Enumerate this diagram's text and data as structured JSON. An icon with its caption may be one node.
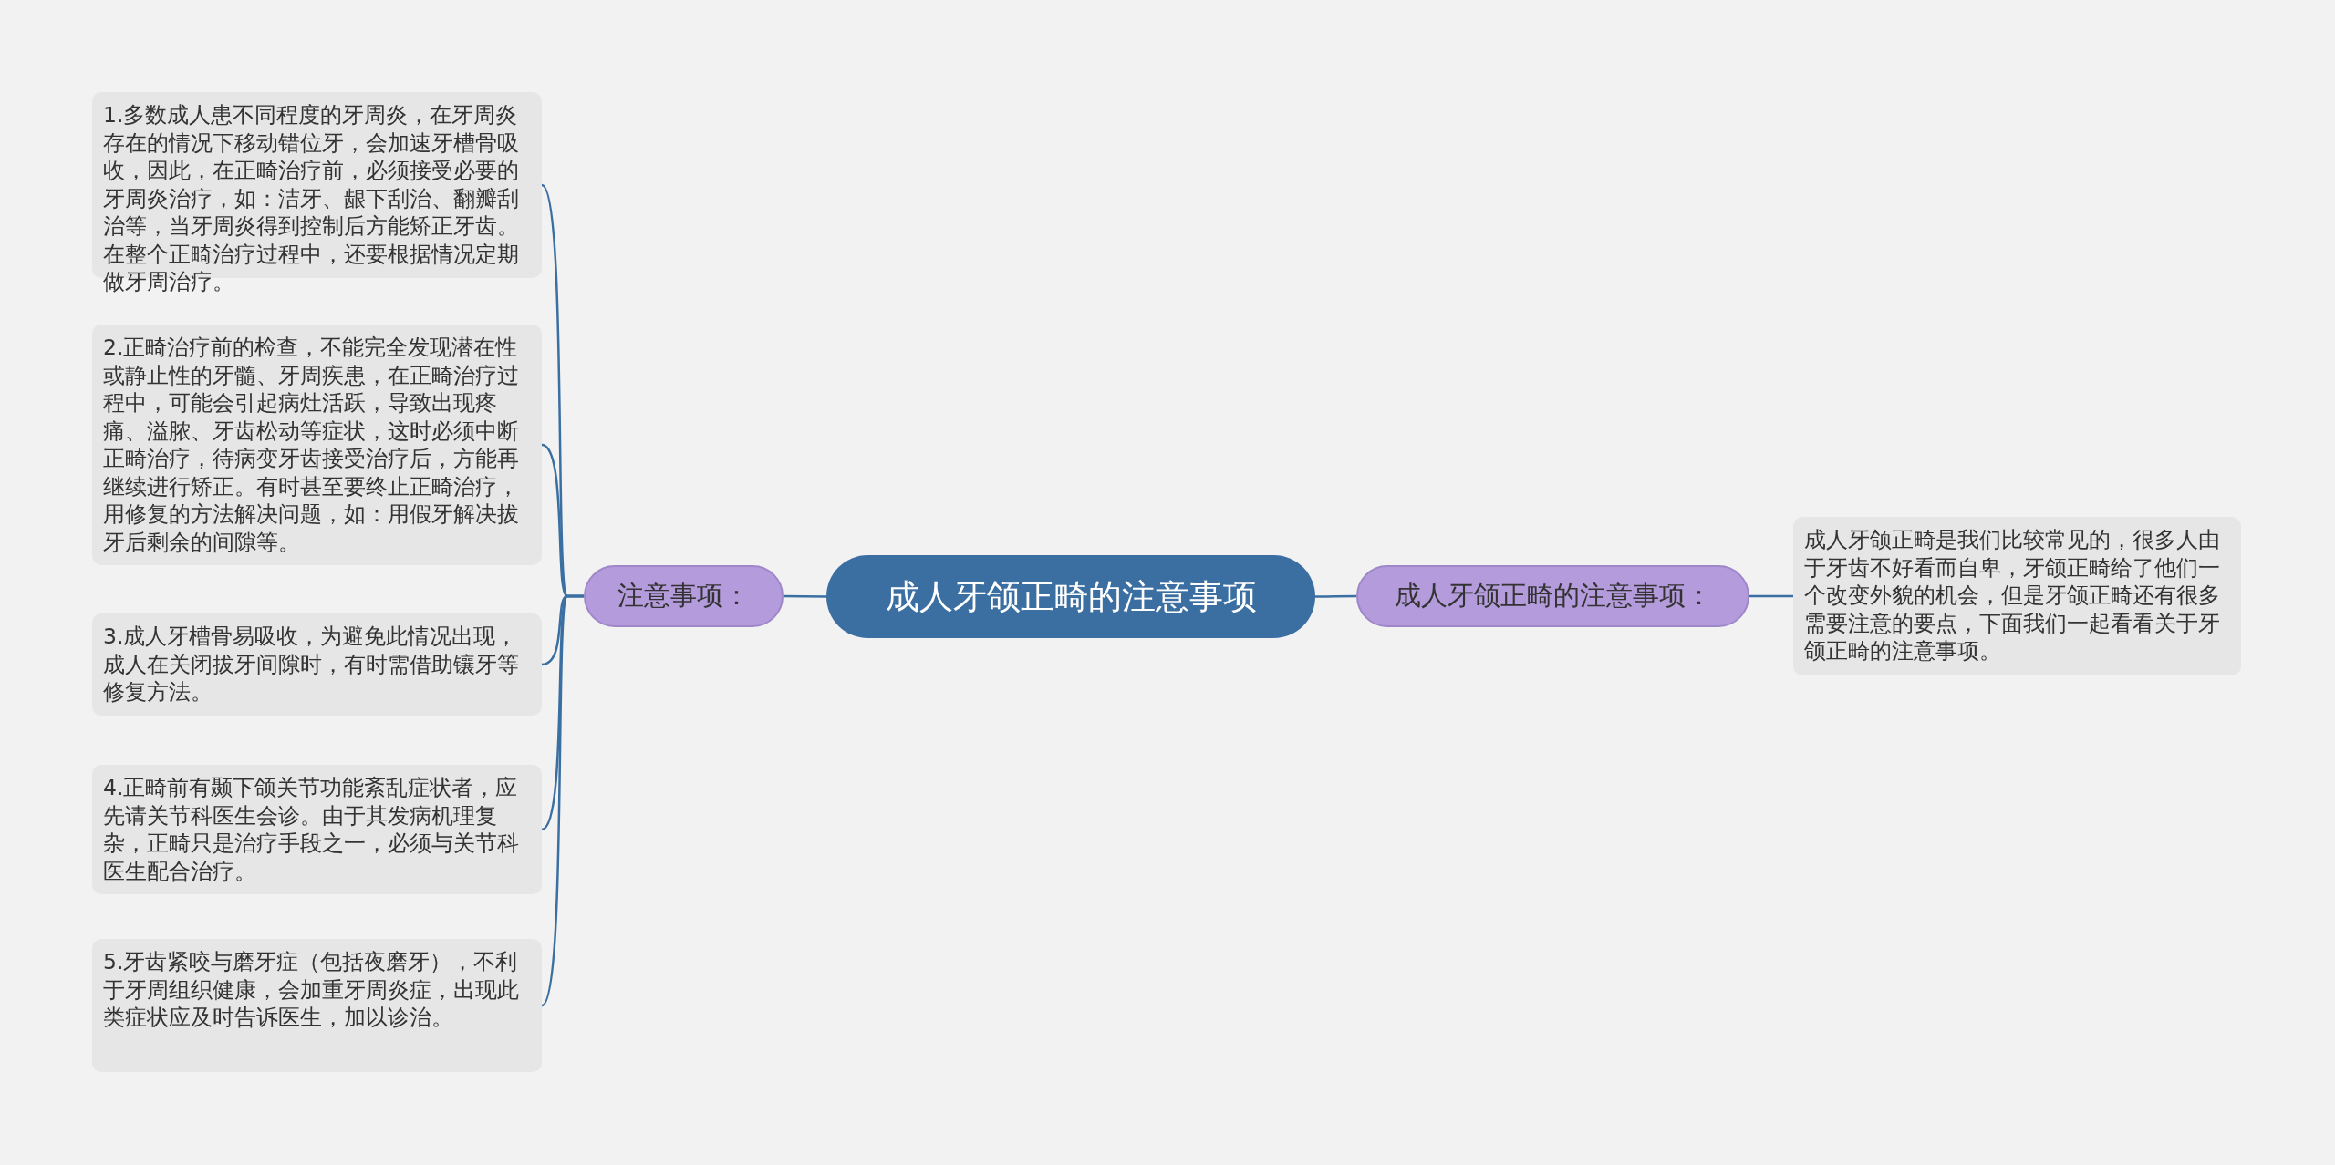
{
  "diagram": {
    "nodes": [
      {
        "text": [
          "成人牙颌正畸的注意事项"
        ]
      },
      {
        "text": [
          "注意事项："
        ]
      },
      {
        "text": [
          "1.多数成人患不同程度的牙周炎，在牙周炎存在的情况下移动错位牙，会加速牙槽骨吸收，因此，在正畸治疗前，必须接受必要的牙周炎治疗，如：洁牙、龈下刮治、翻瓣刮治等，当牙周炎得到控制后方能矫正牙齿。在整个正畸治疗过程中，还要根据情况定期做牙周治疗。"
        ]
      },
      {
        "text": [
          "2.正畸治疗前的检查，不能完全发现潜在性或静止性的牙髓、牙周疾患，在正畸治疗过程中，可能会引起病灶活跃，导致出现疼痛、溢脓、牙齿松动等症状，这时必须中断正畸治疗，待病变牙齿接受治疗后，方能再继续进行矫正。有时甚至要终止正畸治疗，用修复的方法解决问题，如：用假牙解决拔牙后剩余的间隙等。"
        ]
      },
      {
        "text": [
          "3.成人牙槽骨易吸收，为避免此情况出现，成人在关闭拔牙间隙时，有时需借助镶牙等修复方法。"
        ]
      },
      {
        "text": [
          "4.正畸前有颞下颌关节功能紊乱症状者，应先请关节科医生会诊。由于其发病机理复杂，正畸只是治疗手段之一，必须与关节科医生配合治疗。"
        ]
      },
      {
        "text": [
          "5.牙齿紧咬与磨牙症（包括夜磨牙），不利于牙周组织健康，会加重牙周炎症，出现此类症状应及时告诉医生，加以诊治。"
        ]
      },
      {
        "text": [
          "成人牙颌正畸的注意事项："
        ]
      },
      {
        "text": [
          "成人牙颌正畸是我们比较常见的，很多人由于牙齿不好看而自卑，牙颌正畸给了他们一个改变外貌的机会，但是牙颌正畸还有很多需要注意的要点，下面我们一起看看关于牙颌正畸的注意事项。"
        ]
      }
    ],
    "edges": [
      {
        "from": 0,
        "to": 1,
        "arrow": "none"
      },
      {
        "from": 1,
        "to": 2,
        "arrow": "none"
      },
      {
        "from": 1,
        "to": 3,
        "arrow": "none"
      },
      {
        "from": 1,
        "to": 4,
        "arrow": "none"
      },
      {
        "from": 1,
        "to": 5,
        "arrow": "none"
      },
      {
        "from": 1,
        "to": 6,
        "arrow": "none"
      },
      {
        "from": 0,
        "to": 7,
        "arrow": "none"
      },
      {
        "from": 7,
        "to": 8,
        "arrow": "none"
      }
    ]
  }
}
